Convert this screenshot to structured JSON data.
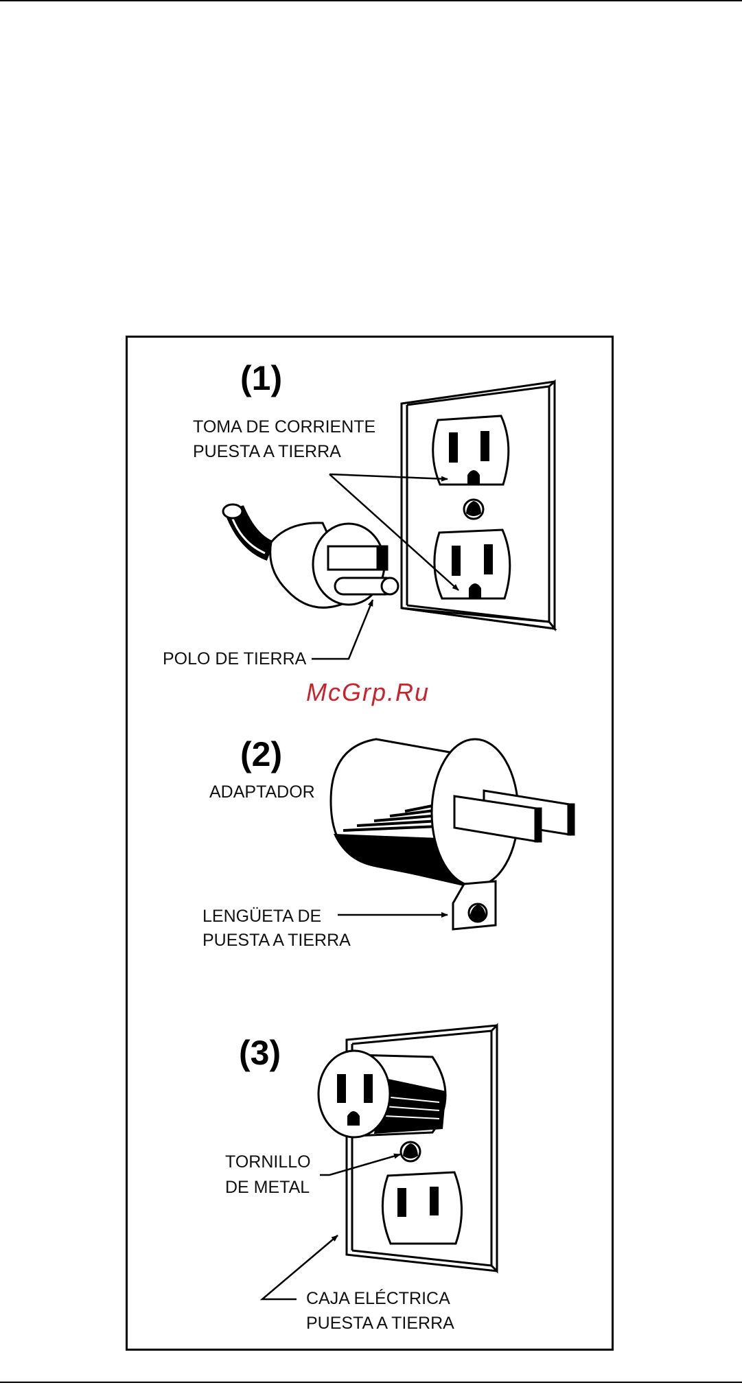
{
  "figure1": {
    "number": "(1)",
    "outlet_label_line1": "TOMA DE CORRIENTE",
    "outlet_label_line2": "PUESTA A TIERRA",
    "pin_label": "POLO DE TIERRA"
  },
  "watermark": "McGrp.Ru",
  "figure2": {
    "number": "(2)",
    "adapter_label": "ADAPTADOR",
    "tab_label_line1": "LENGÜETA DE",
    "tab_label_line2": "PUESTA A TIERRA"
  },
  "figure3": {
    "number": "(3)",
    "screw_label_line1": "TORNILLO",
    "screw_label_line2": "DE METAL",
    "box_label_line1": "CAJA ELÉCTRICA",
    "box_label_line2": "PUESTA A TIERRA"
  },
  "colors": {
    "ink": "#000000",
    "watermark": "#c8232c",
    "background": "#ffffff"
  }
}
